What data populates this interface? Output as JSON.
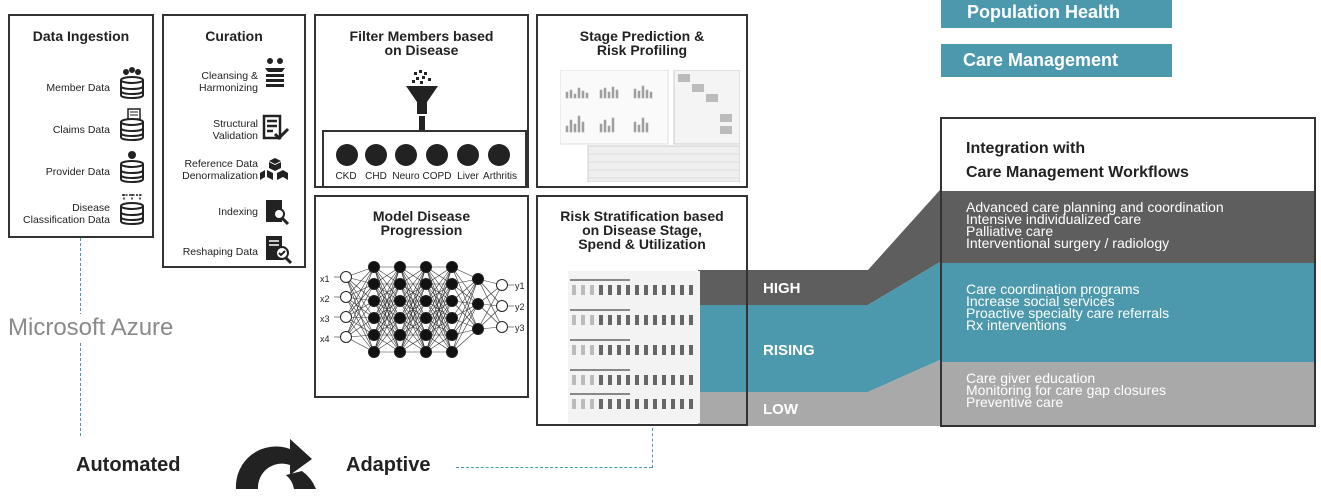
{
  "ingestion": {
    "title": "Data Ingestion",
    "items": [
      "Member Data",
      "Claims Data",
      "Provider Data",
      "Disease\nClassification Data"
    ]
  },
  "curation": {
    "title": "Curation",
    "items": [
      "Cleansing &\nHarmonizing",
      "Structural\nValidation",
      "Reference Data\nDenormalization",
      "Indexing",
      "Reshaping Data"
    ]
  },
  "filter": {
    "title": "Filter Members based\non Disease",
    "diseases": [
      "CKD",
      "CHD",
      "Neuro",
      "COPD",
      "Liver",
      "Arthritis"
    ]
  },
  "stage": {
    "title": "Stage Prediction &\nRisk Profiling"
  },
  "model": {
    "title": "Model Disease\nProgression",
    "inputs": [
      "x1",
      "x2",
      "x3",
      "x4"
    ],
    "outputs": [
      "y1",
      "y2",
      "y3"
    ]
  },
  "risk": {
    "title": "Risk Stratification based\non Disease Stage,\nSpend & Utilization"
  },
  "tiers": {
    "high": "HIGH",
    "rising": "RISING",
    "low": "LOW"
  },
  "pills": {
    "population": "Population Health",
    "care": "Care Management"
  },
  "integration": {
    "title": "Integration with\nCare Management Workflows"
  },
  "workflows": {
    "high": [
      "Advanced care planning and coordination",
      "Intensive individualized care",
      "Palliative care",
      "Interventional surgery / radiology"
    ],
    "rising": [
      "Care coordination programs",
      "Increase social services",
      "Proactive specialty care referrals",
      "Rx interventions"
    ],
    "low": [
      "Care giver education",
      "Monitoring for care gap closures",
      "Preventive care"
    ]
  },
  "footer": {
    "azure": "Microsoft Azure",
    "automated": "Automated",
    "adaptive": "Adaptive"
  },
  "colors": {
    "dark": "#5e5e5e",
    "teal": "#4c99ad",
    "light": "#a9a9a9",
    "border": "#333333"
  }
}
